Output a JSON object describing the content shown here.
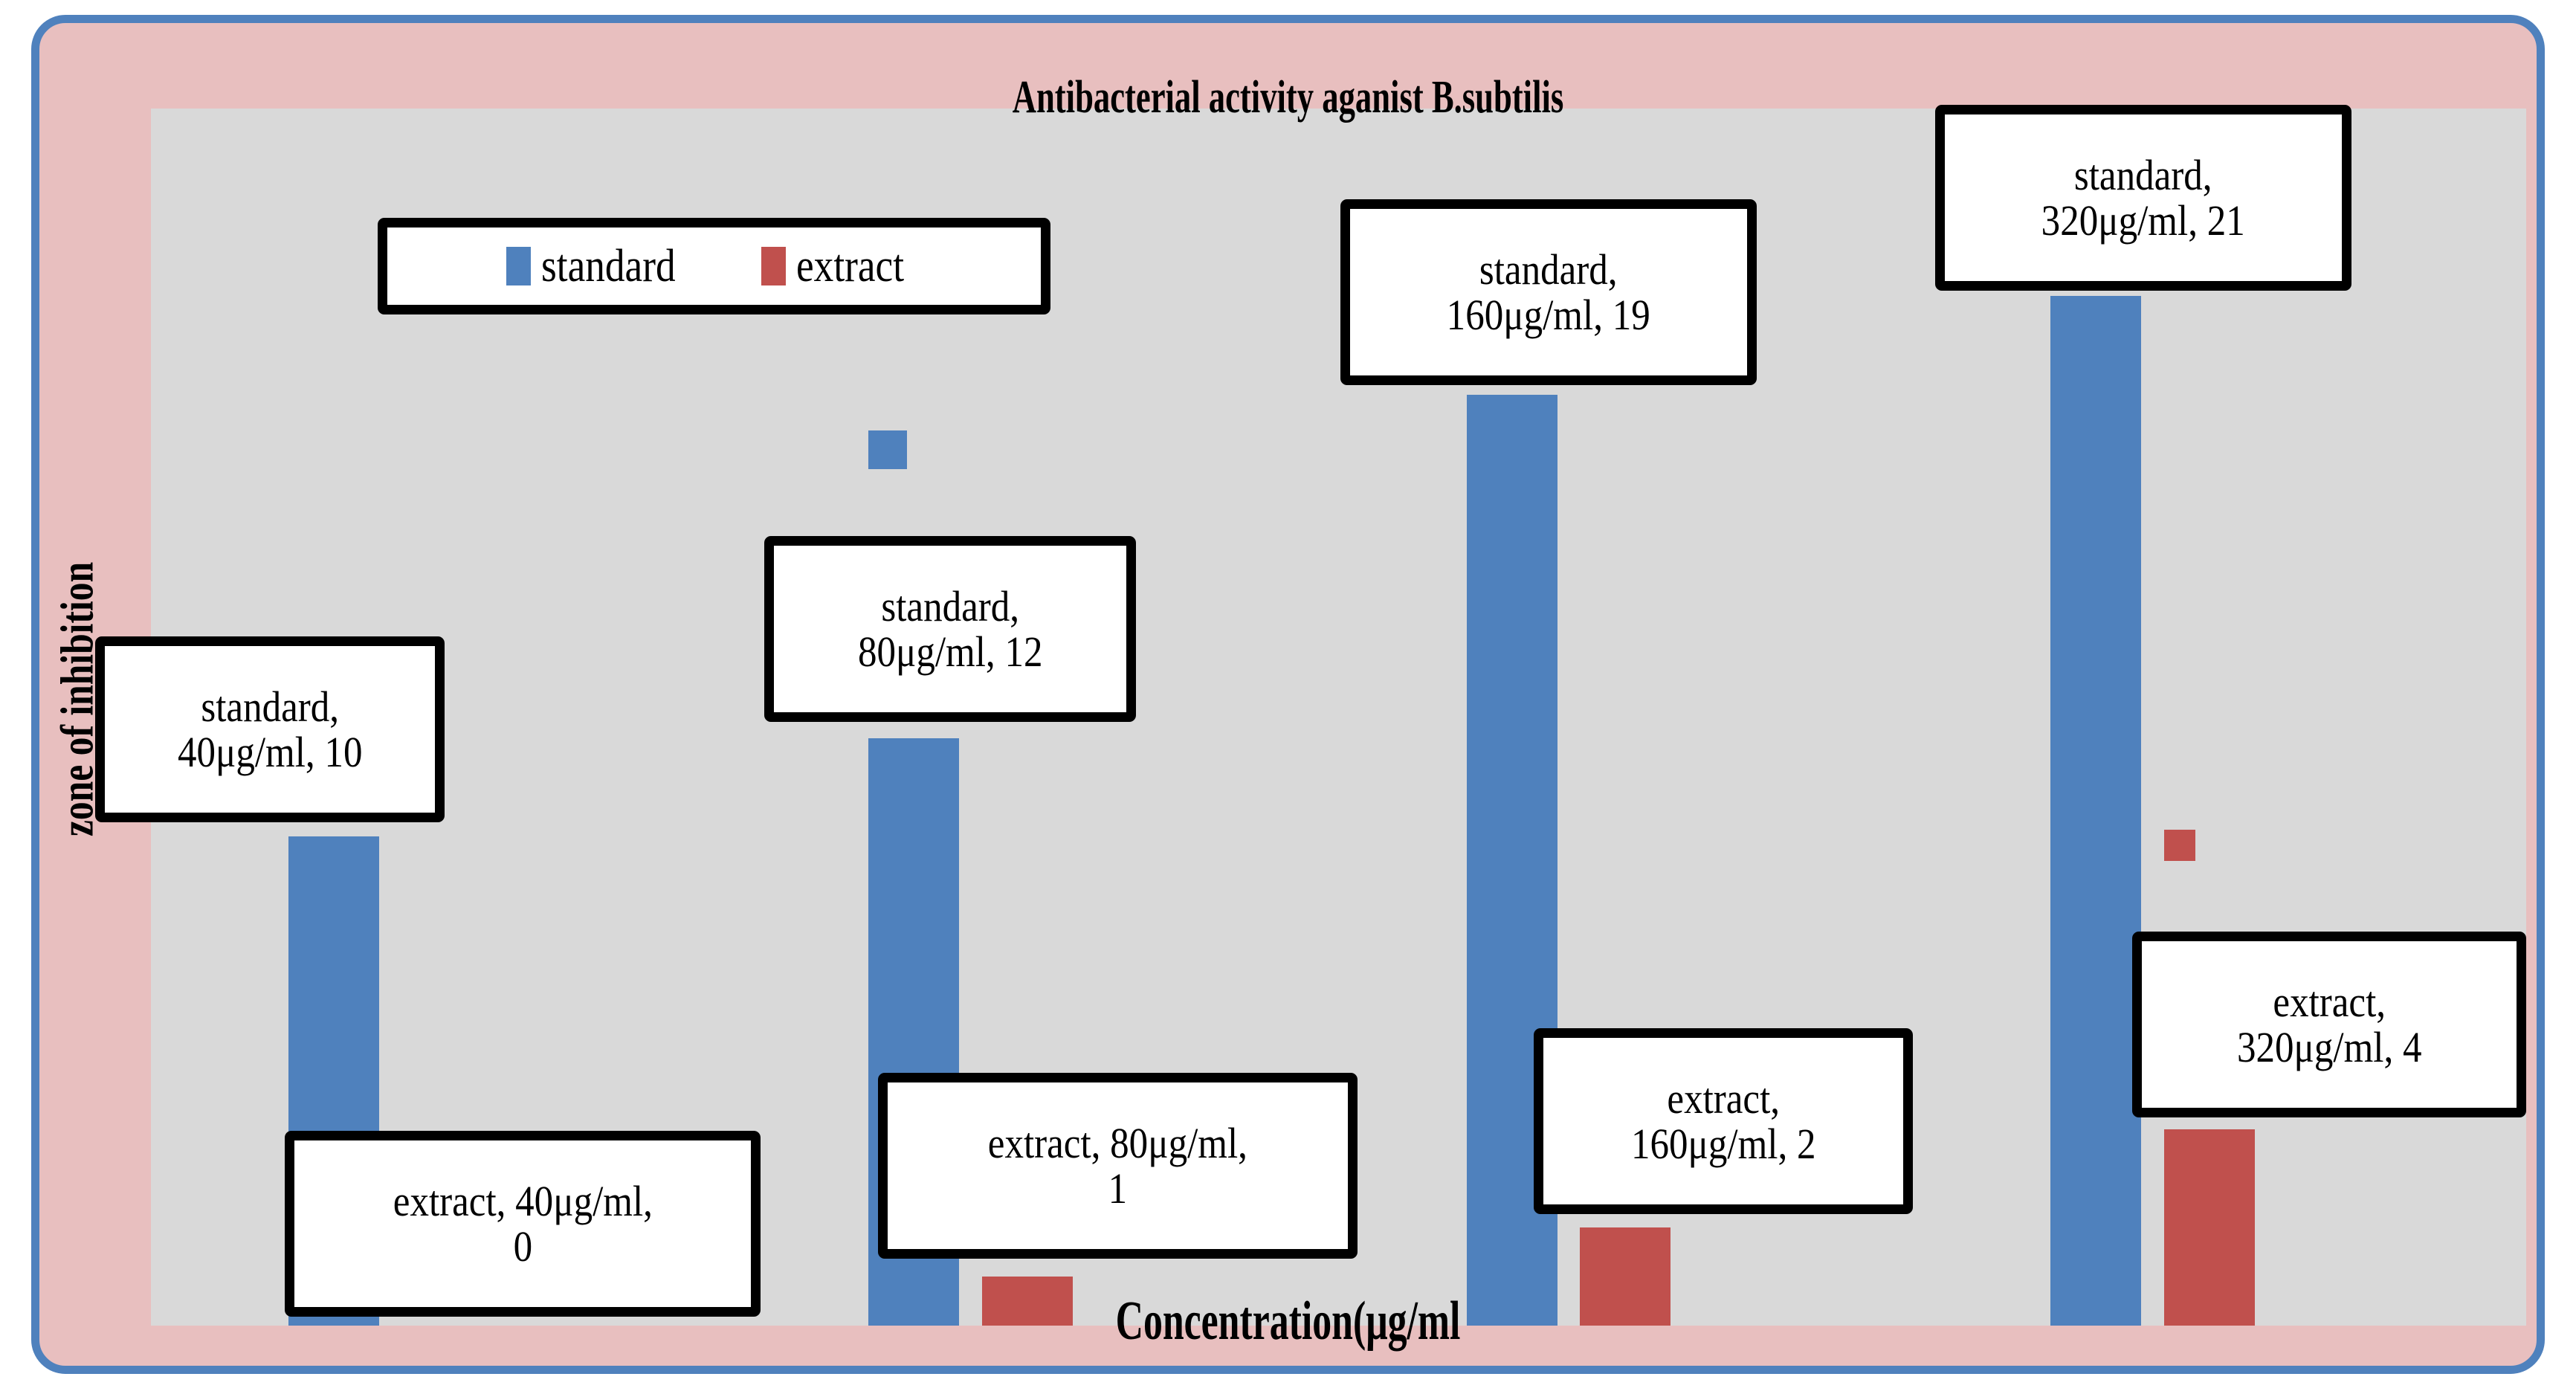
{
  "chart_data": {
    "type": "bar",
    "title": "Antibacterial activity aganist B.subtilis",
    "xlabel": "Concentration(μg/ml",
    "ylabel": "zone of inhibition",
    "categories": [
      "40μg/ml",
      "80μg/ml",
      "160μg/ml",
      "320μg/ml"
    ],
    "series": [
      {
        "name": "standard",
        "color": "#4F81BD",
        "values": [
          10,
          12,
          19,
          21
        ]
      },
      {
        "name": "extract",
        "color": "#C0504D",
        "values": [
          0,
          1,
          2,
          4
        ]
      }
    ],
    "ylim": [
      0,
      25
    ],
    "grid": false,
    "legend_position": "top-left",
    "data_labels": [
      {
        "series": "standard",
        "category": "40μg/ml",
        "value": 10,
        "line1": "standard,",
        "line2": "40μg/ml, 10"
      },
      {
        "series": "standard",
        "category": "80μg/ml",
        "value": 12,
        "line1": "standard,",
        "line2": "80μg/ml, 12"
      },
      {
        "series": "standard",
        "category": "160μg/ml",
        "value": 19,
        "line1": "standard,",
        "line2": "160μg/ml, 19"
      },
      {
        "series": "standard",
        "category": "320μg/ml",
        "value": 21,
        "line1": "standard,",
        "line2": "320μg/ml, 21"
      },
      {
        "series": "extract",
        "category": "40μg/ml",
        "value": 0,
        "line1": "extract, 40μg/ml,",
        "line2": "0"
      },
      {
        "series": "extract",
        "category": "80μg/ml",
        "value": 1,
        "line1": "extract, 80μg/ml,",
        "line2": "1"
      },
      {
        "series": "extract",
        "category": "160μg/ml",
        "value": 2,
        "line1": "extract,",
        "line2": "160μg/ml, 2"
      },
      {
        "series": "extract",
        "category": "320μg/ml",
        "value": 4,
        "line1": "extract,",
        "line2": "320μg/ml, 4"
      }
    ]
  },
  "legend": {
    "items": [
      {
        "label": "standard",
        "color": "#4F81BD"
      },
      {
        "label": "extract",
        "color": "#C0504D"
      }
    ]
  },
  "style": {
    "frame_border_color": "#4F81BD",
    "chart_background": "#E8BFBF",
    "plot_background": "#D9D9D9",
    "label_border_color": "#000000",
    "label_fill": "#FFFFFF"
  }
}
